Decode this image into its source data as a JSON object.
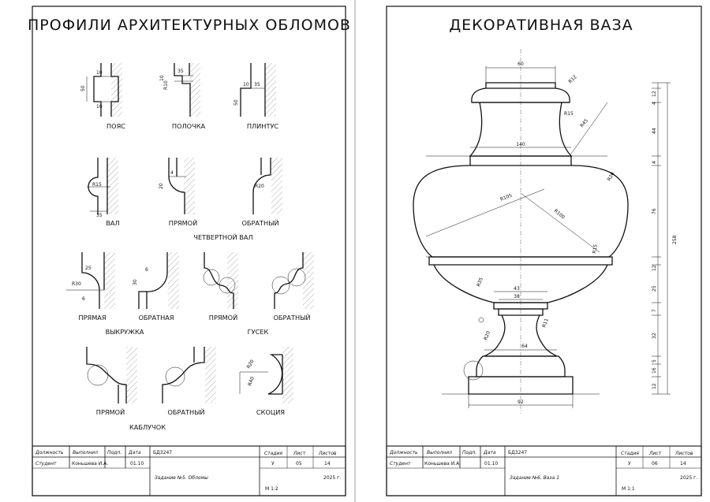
{
  "left_sheet": {
    "title": "ПРОФИЛИ АРХИТЕКТУРНЫХ ОБЛОМОВ",
    "labels": {
      "poyas": "ПОЯС",
      "polochka": "ПОЛОЧКА",
      "plintus": "ПЛИНТУС",
      "val": "ВАЛ",
      "pryamoy1": "ПРЯМОЙ",
      "obratny1": "ОБРАТНЫЙ",
      "chetvertnoy_val": "ЧЕТВЕРТНОЙ ВАЛ",
      "pryamaya": "ПРЯМАЯ",
      "obratnaya": "ОБРАТНАЯ",
      "pryamoy2": "ПРЯМОЙ",
      "obratny2": "ОБРАТНЫЙ",
      "vykruzhka": "ВЫКРУЖКА",
      "gusek": "ГУСЕК",
      "pryamoy3": "ПРЯМОЙ",
      "obratny3": "ОБРАТНЫЙ",
      "skotsiya": "СКОЦИЯ",
      "kabluchok": "КАБЛУЧОК"
    },
    "dims": {
      "poyas_top": "10",
      "poyas_mid": "50",
      "poyas_bot": "10",
      "polochka_a": "35",
      "polochka_b": "10",
      "polochka_r": "R10",
      "plintus_a": "10",
      "plintus_b": "35",
      "plintus_c": "50",
      "val_r": "R15",
      "val_b": "35",
      "pryamoy_a": "4",
      "pryamoy_b": "20",
      "obratny_r": "R20",
      "pryamaya_a": "25",
      "pryamaya_r": "R30",
      "pryamaya_b": "6",
      "obratnaya_a": "6",
      "obratnaya_b": "30",
      "sk_a": "R20",
      "sk_b": "R40"
    },
    "title_block": {
      "h_dolzhnost": "Должность",
      "h_vypolnil": "Выполнил",
      "h_podp": "Подп.",
      "h_data": "Дата",
      "code": "БД3247",
      "student": "Студент",
      "name": "Коньшева И.А.",
      "date": "01.10",
      "h_stadiya": "Стадия",
      "h_list": "Лист",
      "h_listov": "Листов",
      "stadiya": "У",
      "list": "05",
      "listov": "14",
      "task": "Задание №5. Обломы",
      "year": "2025 г.",
      "scale": "М 1:2"
    }
  },
  "right_sheet": {
    "title": "ДЕКОРАТИВНАЯ ВАЗА",
    "dims": {
      "d60": "60",
      "r12": "R12",
      "r15": "R15",
      "r45": "R45",
      "d140": "140",
      "r20a": "R20",
      "r105": "R105",
      "r100": "R100",
      "r15b": "R15",
      "r35": "R35",
      "d43": "43",
      "d38": "38",
      "r11": "R11",
      "r20b": "R20",
      "d64": "64",
      "d92": "92",
      "h12a": "12",
      "h4a": "4",
      "h44": "44",
      "h4b": "4",
      "h76": "76",
      "h12b": "12",
      "h25": "25",
      "h7": "7",
      "h32": "32",
      "h5": "5",
      "h16": "16",
      "h12c": "12",
      "h258": "258"
    },
    "title_block": {
      "h_dolzhnost": "Должность",
      "h_vypolnil": "Выполнил",
      "h_podp": "Подп.",
      "h_data": "Дата",
      "code": "БД3247",
      "student": "Студент",
      "name": "Коньшева И.А.",
      "date": "01.10",
      "h_stadiya": "Стадия",
      "h_list": "Лист",
      "h_listov": "Листов",
      "stadiya": "У",
      "list": "06",
      "listov": "14",
      "task": "Задание №6. Ваза 1",
      "year": "2025 г.",
      "scale": "М 1:1"
    }
  }
}
